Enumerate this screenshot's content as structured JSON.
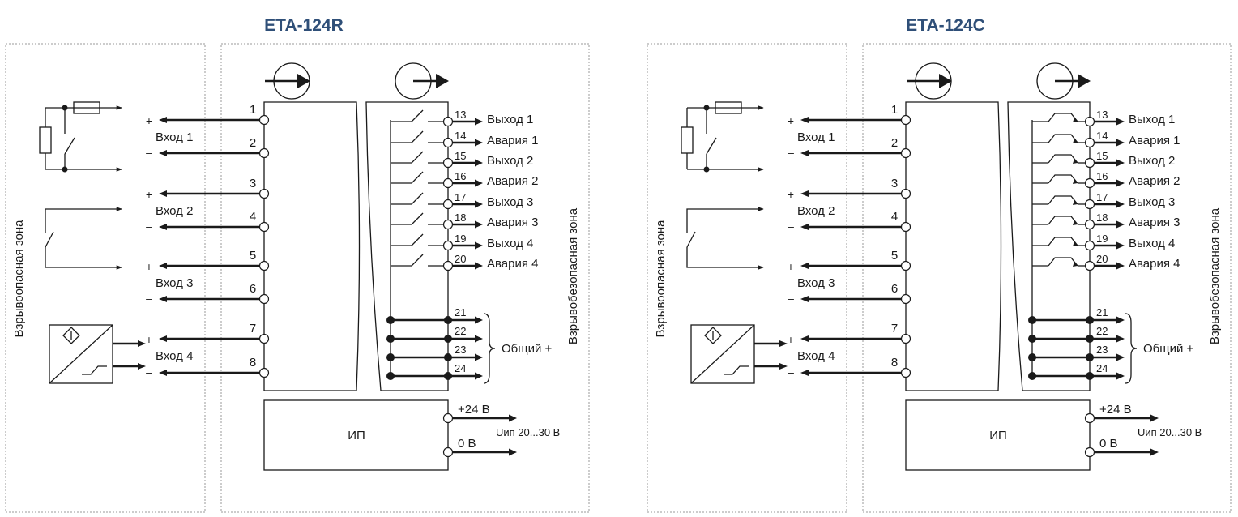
{
  "diagrams": [
    {
      "title": "ETA-124R",
      "relay_type": "R",
      "hazard_zone": "Взрывоопасная зона",
      "safe_zone": "Взрывобезопасная зона",
      "inputs": [
        {
          "label": "Вход 1",
          "pins": [
            "1",
            "2"
          ]
        },
        {
          "label": "Вход 2",
          "pins": [
            "3",
            "4"
          ]
        },
        {
          "label": "Вход 3",
          "pins": [
            "5",
            "6"
          ]
        },
        {
          "label": "Вход 4",
          "pins": [
            "7",
            "8"
          ]
        }
      ],
      "plus": "+",
      "minus": "–",
      "outputs": [
        {
          "pin": "13",
          "label": "Выход 1"
        },
        {
          "pin": "14",
          "label": "Авария 1"
        },
        {
          "pin": "15",
          "label": "Выход 2"
        },
        {
          "pin": "16",
          "label": "Авария 2"
        },
        {
          "pin": "17",
          "label": "Выход 3"
        },
        {
          "pin": "18",
          "label": "Авария 3"
        },
        {
          "pin": "19",
          "label": "Выход 4"
        },
        {
          "pin": "20",
          "label": "Авария 4"
        }
      ],
      "common_pins": [
        "21",
        "22",
        "23",
        "24"
      ],
      "common_label": "Общий +",
      "psu_label": "ИП",
      "psu_plus": "+24 В",
      "psu_zero": "0 В",
      "psu_range": "Uип 20...30 В"
    },
    {
      "title": "ETA-124C",
      "relay_type": "C",
      "hazard_zone": "Взрывоопасная зона",
      "safe_zone": "Взрывобезопасная зона",
      "inputs": [
        {
          "label": "Вход 1",
          "pins": [
            "1",
            "2"
          ]
        },
        {
          "label": "Вход 2",
          "pins": [
            "3",
            "4"
          ]
        },
        {
          "label": "Вход 3",
          "pins": [
            "5",
            "6"
          ]
        },
        {
          "label": "Вход 4",
          "pins": [
            "7",
            "8"
          ]
        }
      ],
      "plus": "+",
      "minus": "–",
      "outputs": [
        {
          "pin": "13",
          "label": "Выход 1"
        },
        {
          "pin": "14",
          "label": "Авария 1"
        },
        {
          "pin": "15",
          "label": "Выход 2"
        },
        {
          "pin": "16",
          "label": "Авария 2"
        },
        {
          "pin": "17",
          "label": "Выход 3"
        },
        {
          "pin": "18",
          "label": "Авария 3"
        },
        {
          "pin": "19",
          "label": "Выход 4"
        },
        {
          "pin": "20",
          "label": "Авария 4"
        }
      ],
      "common_pins": [
        "21",
        "22",
        "23",
        "24"
      ],
      "common_label": "Общий +",
      "psu_label": "ИП",
      "psu_plus": "+24 В",
      "psu_zero": "0 В",
      "psu_range": "Uип 20...30 В"
    }
  ]
}
